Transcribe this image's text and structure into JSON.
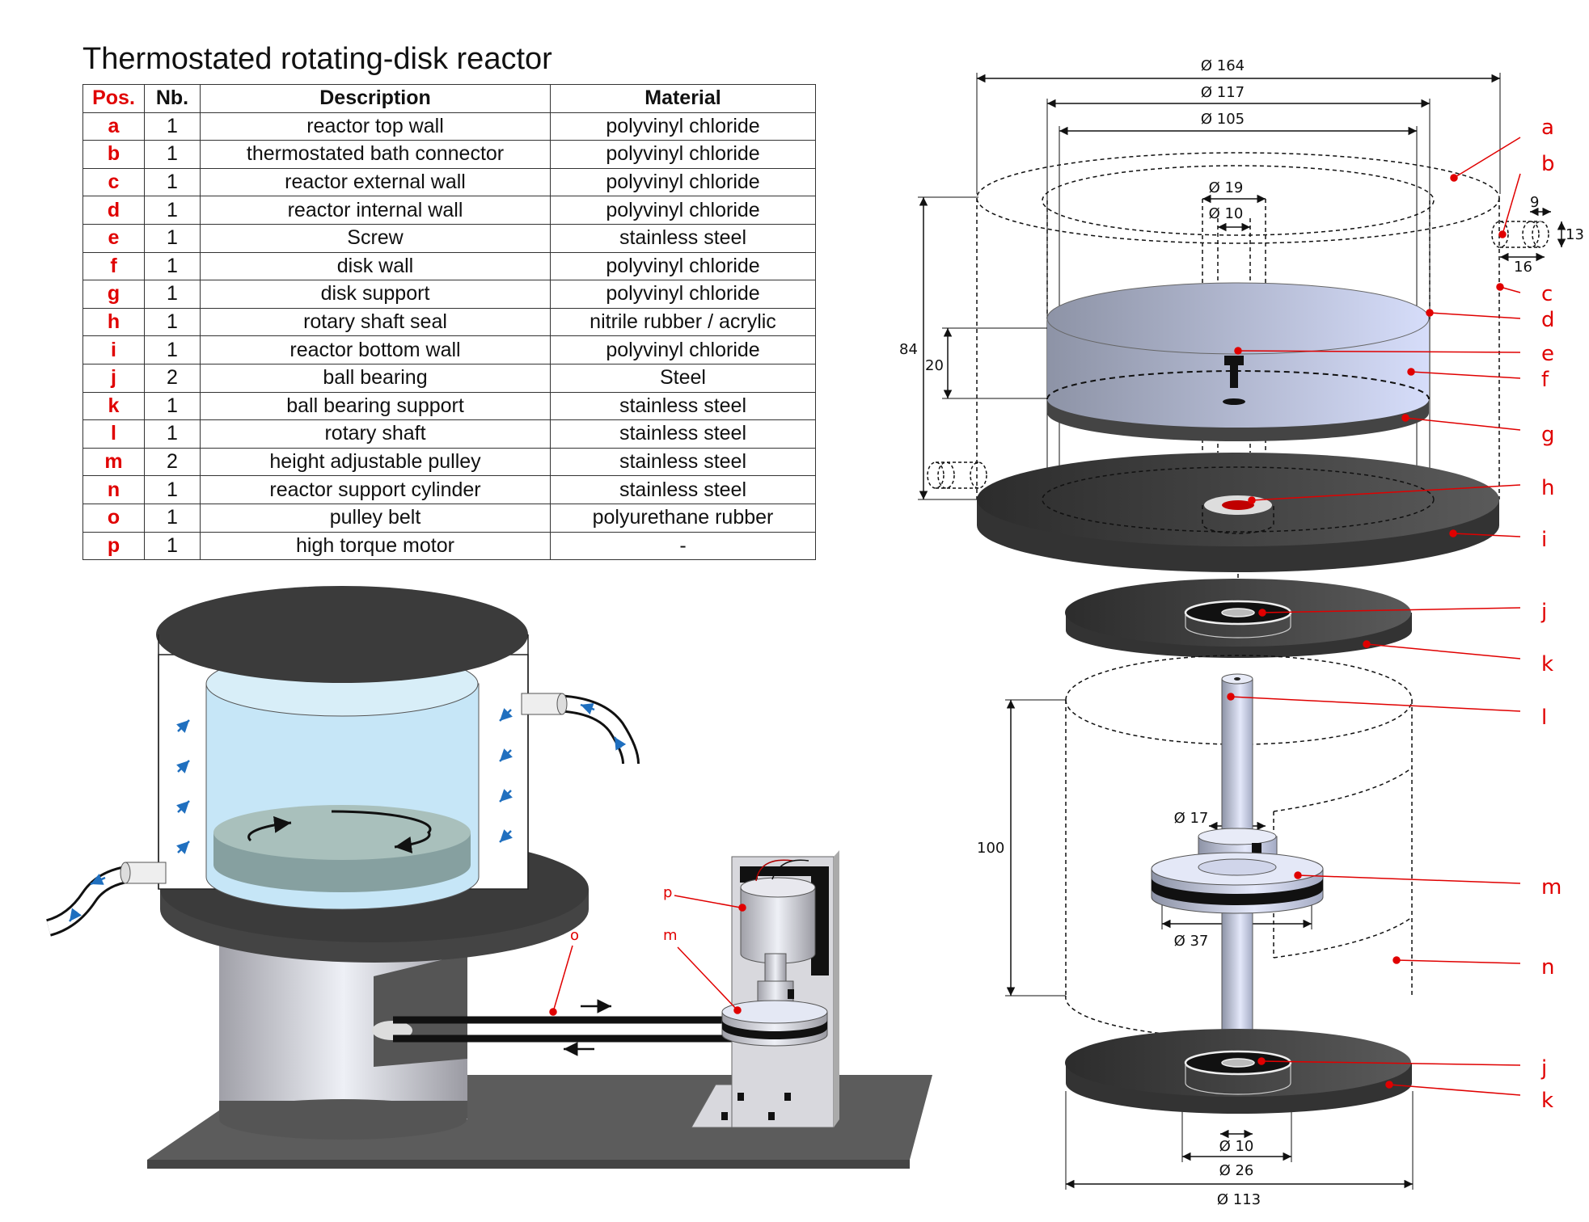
{
  "title": "Thermostated rotating-disk reactor",
  "table": {
    "headers": [
      "Pos.",
      "Nb.",
      "Description",
      "Material"
    ],
    "rows": [
      {
        "pos": "a",
        "nb": "1",
        "desc": "reactor top wall",
        "mat": "polyvinyl chloride"
      },
      {
        "pos": "b",
        "nb": "1",
        "desc": "thermostated bath connector",
        "mat": "polyvinyl chloride"
      },
      {
        "pos": "c",
        "nb": "1",
        "desc": "reactor external wall",
        "mat": "polyvinyl chloride"
      },
      {
        "pos": "d",
        "nb": "1",
        "desc": "reactor internal wall",
        "mat": "polyvinyl chloride"
      },
      {
        "pos": "e",
        "nb": "1",
        "desc": "Screw",
        "mat": "stainless steel"
      },
      {
        "pos": "f",
        "nb": "1",
        "desc": "disk wall",
        "mat": "polyvinyl chloride"
      },
      {
        "pos": "g",
        "nb": "1",
        "desc": "disk support",
        "mat": "polyvinyl chloride"
      },
      {
        "pos": "h",
        "nb": "1",
        "desc": "rotary shaft seal",
        "mat": "nitrile rubber / acrylic"
      },
      {
        "pos": "i",
        "nb": "1",
        "desc": "reactor bottom wall",
        "mat": "polyvinyl chloride"
      },
      {
        "pos": "j",
        "nb": "2",
        "desc": "ball bearing",
        "mat": "Steel"
      },
      {
        "pos": "k",
        "nb": "1",
        "desc": "ball bearing support",
        "mat": "stainless steel"
      },
      {
        "pos": "l",
        "nb": "1",
        "desc": "rotary shaft",
        "mat": "stainless steel"
      },
      {
        "pos": "m",
        "nb": "2",
        "desc": "height adjustable pulley",
        "mat": "stainless steel"
      },
      {
        "pos": "n",
        "nb": "1",
        "desc": "reactor support cylinder",
        "mat": "stainless steel"
      },
      {
        "pos": "o",
        "nb": "1",
        "desc": "pulley belt",
        "mat": "polyurethane rubber"
      },
      {
        "pos": "p",
        "nb": "1",
        "desc": "high torque motor",
        "mat": "-"
      }
    ]
  },
  "dimensions": {
    "d164": "Ø 164",
    "d117": "Ø 117",
    "d105": "Ø 105",
    "d19": "Ø 19",
    "d10_top": "Ø 10",
    "conn_w": "9",
    "conn_h": "13",
    "conn_l": "16",
    "h84": "84",
    "h20": "20",
    "h100": "100",
    "d17": "Ø 17",
    "d37": "Ø 37",
    "d10_bot": "Ø 10",
    "d26": "Ø 26",
    "d113": "Ø 113"
  },
  "callouts": {
    "a": "a",
    "b": "b",
    "c": "c",
    "d": "d",
    "e": "e",
    "f": "f",
    "g": "g",
    "h": "h",
    "i": "i",
    "j_top": "j",
    "k_top": "k",
    "l": "l",
    "m": "m",
    "n": "n",
    "j_bot": "j",
    "k_bot": "k",
    "assembly_p": "p",
    "assembly_m": "m",
    "assembly_o": "o"
  },
  "colors": {
    "label_red": "#e00000",
    "flow_arrow": "#1f6fbf",
    "water": "#bfe4f7",
    "disk": "#9fb8b4",
    "dark_plate": "#3a3a3a",
    "base_plate": "#555555",
    "disk_gradient_start": "#8d93a6",
    "disk_gradient_end": "#d6ddfa"
  }
}
